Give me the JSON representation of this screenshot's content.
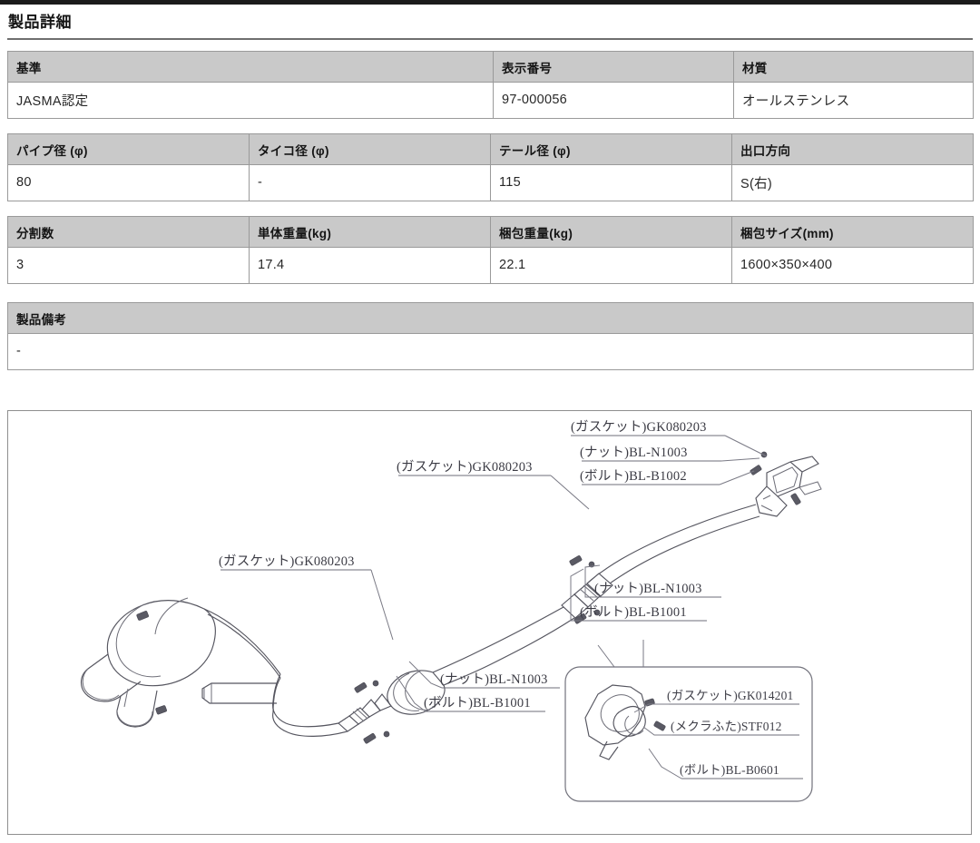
{
  "page": {
    "section_title": "製品詳細"
  },
  "spec_tables": [
    {
      "name": "certification",
      "headers": [
        "基準",
        "表示番号",
        "材質"
      ],
      "values": [
        "JASMA認定",
        "97-000056",
        "オールステンレス"
      ]
    },
    {
      "name": "dimensions",
      "headers": [
        "パイプ径 (φ)",
        "タイコ径 (φ)",
        "テール径 (φ)",
        "出口方向"
      ],
      "values": [
        "80",
        "-",
        "115",
        "S(右)"
      ]
    },
    {
      "name": "weights",
      "headers": [
        "分割数",
        "単体重量(kg)",
        "梱包重量(kg)",
        "梱包サイズ(mm)"
      ],
      "values": [
        "3",
        "17.4",
        "22.1",
        "1600×350×400"
      ]
    },
    {
      "name": "remarks",
      "headers": [
        "製品備考"
      ],
      "values": [
        "-"
      ]
    }
  ],
  "figure": {
    "name": "exhaust-system-diagram",
    "labels": [
      {
        "id": "gasket_top",
        "text": "(ガスケット)GK080203"
      },
      {
        "id": "nut_top",
        "text": "(ナット)BL-N1003"
      },
      {
        "id": "bolt_top",
        "text": "(ボルト)BL-B1002"
      },
      {
        "id": "gasket_mid",
        "text": "(ガスケット)GK080203"
      },
      {
        "id": "nut_right",
        "text": "(ナット)BL-N1003"
      },
      {
        "id": "bolt_right",
        "text": "(ボルト)BL-B1001"
      },
      {
        "id": "gasket_left",
        "text": "(ガスケット)GK080203"
      },
      {
        "id": "nut_lower",
        "text": "(ナット)BL-N1003"
      },
      {
        "id": "bolt_lower",
        "text": "(ボルト)BL-B1001"
      },
      {
        "id": "gasket_inset",
        "text": "(ガスケット)GK014201"
      },
      {
        "id": "cap_inset",
        "text": "(メクラふた)STF012"
      },
      {
        "id": "bolt_inset",
        "text": "(ボルト)BL-B0601"
      }
    ]
  },
  "colors": {
    "header_bg": "#c9c9c9",
    "border": "#9a9a9a",
    "topbar": "#1b1b1b",
    "text": "#1a1a1a",
    "line": "#55555f"
  }
}
